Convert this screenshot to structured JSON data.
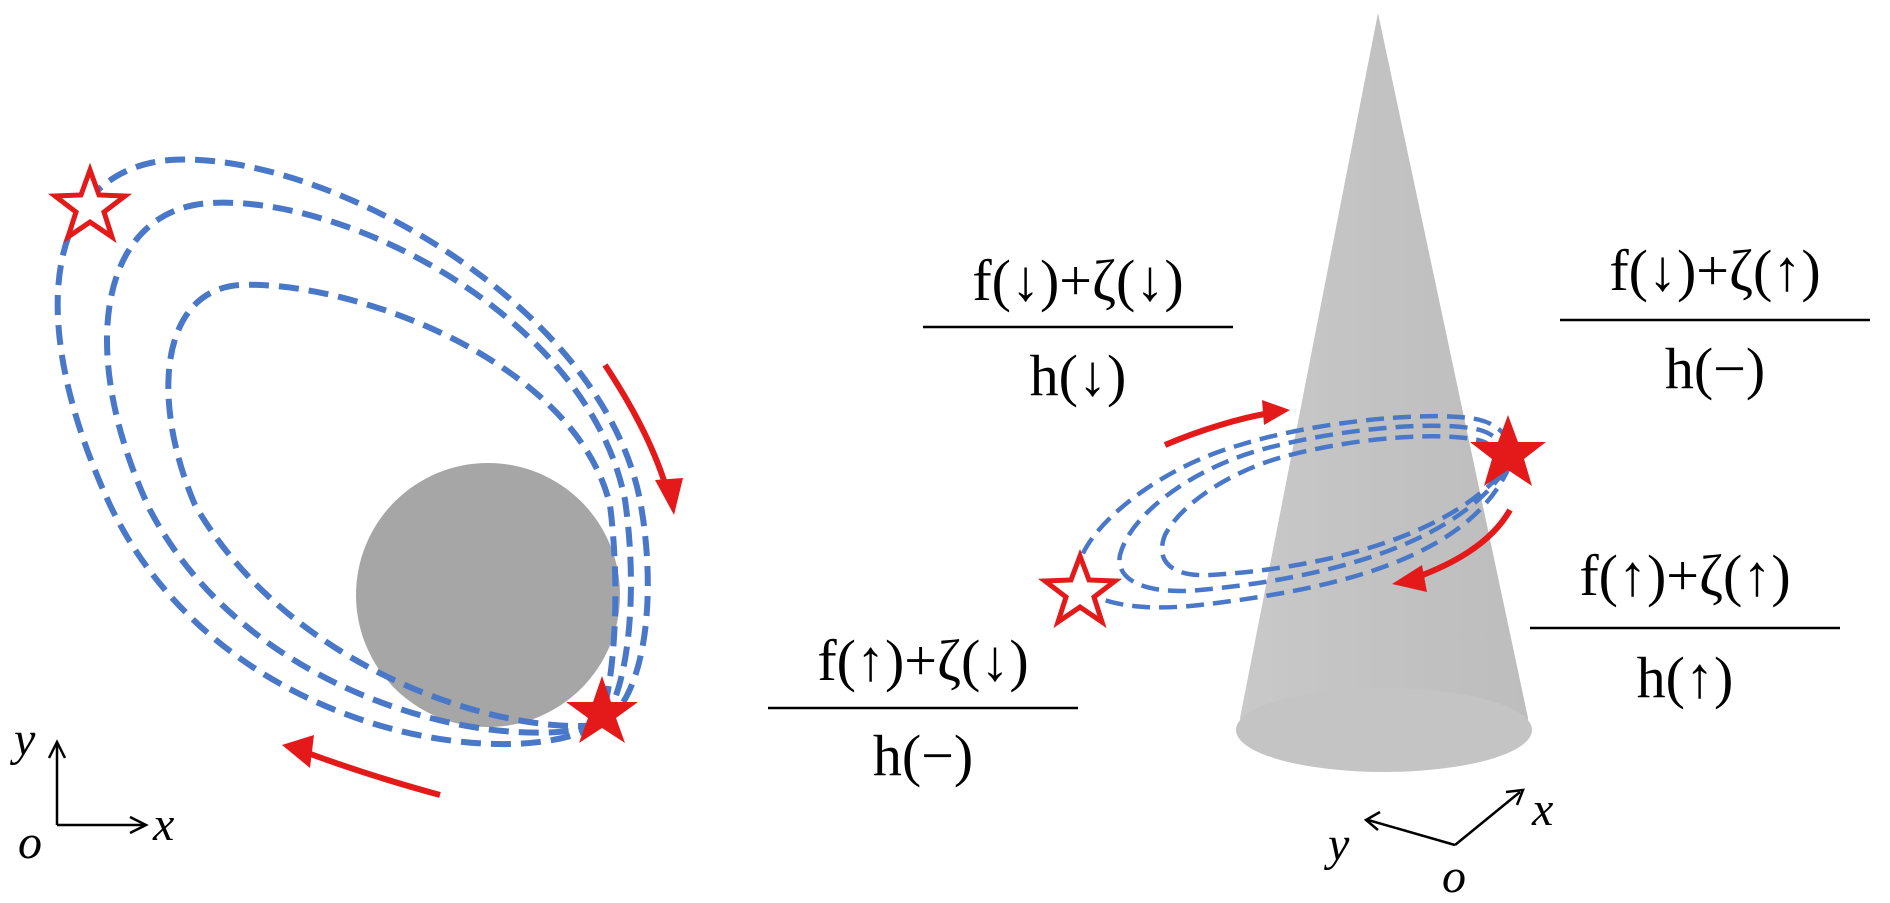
{
  "left_panel": {
    "axes": {
      "x": "x",
      "y": "y",
      "origin": "o"
    }
  },
  "right_panel": {
    "labels": {
      "upper_left": {
        "numerator": "f(↓)+ζ(↓)",
        "denominator": "h(↓)"
      },
      "upper_right": {
        "numerator": "f(↓)+ζ(↑)",
        "denominator": "h(−)"
      },
      "lower_right": {
        "numerator": "f(↑)+ζ(↑)",
        "denominator": "h(↑)"
      },
      "lower_left": {
        "numerator": "f(↑)+ζ(↓)",
        "denominator": "h(−)"
      }
    },
    "axes": {
      "x": "x",
      "y": "y",
      "origin": "o"
    }
  },
  "colors": {
    "orbit": "#4a78c8",
    "arrow": "#e41a1a",
    "star": "#e41a1a",
    "body": "#a6a6a6",
    "cone": "#c4c4c4"
  }
}
